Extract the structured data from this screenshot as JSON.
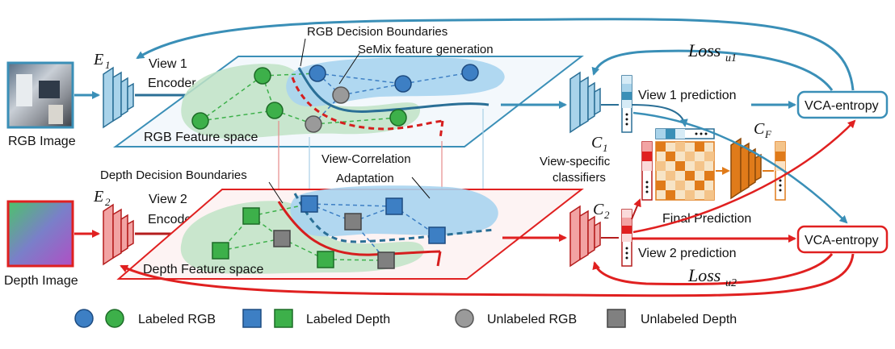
{
  "inputs": {
    "rgb_label": "RGB Image",
    "depth_label": "Depth Image"
  },
  "encoders": {
    "e1": "E",
    "e1_sub": "1",
    "e2": "E",
    "e2_sub": "2",
    "view1_line1": "View 1",
    "view1_line2": "Encoder",
    "view2_line1": "View 2",
    "view2_line2": "Encoder"
  },
  "feature_spaces": {
    "rgb_boundaries": "RGB Decision Boundaries",
    "semix": "SeMix feature generation",
    "rgb_space": "RGB Feature space",
    "depth_boundaries": "Depth Decision Boundaries",
    "vca_line1": "View-Correlation",
    "vca_line2": "Adaptation",
    "depth_space": "Depth Feature space"
  },
  "classifiers": {
    "c1": "C",
    "c1_sub": "1",
    "c2": "C",
    "c2_sub": "2",
    "cf": "C",
    "cf_sub": "F",
    "specific_line1": "View-specific",
    "specific_line2": "classifiers",
    "view1_pred": "View 1 prediction",
    "view2_pred": "View 2 prediction",
    "final_pred": "Final Prediction"
  },
  "losses": {
    "vca1": "VCA-entropy",
    "vca2": "VCA-entropy",
    "loss1": "Loss",
    "loss1_sub": "u1",
    "loss2": "Loss",
    "loss2_sub": "u2"
  },
  "legend": {
    "labeled_rgb": "Labeled RGB",
    "labeled_depth": "Labeled Depth",
    "unlabeled_rgb": "Unlabeled RGB",
    "unlabeled_depth": "Unlabeled Depth"
  },
  "colors": {
    "blue": "#3a8fb7",
    "red": "#e02020",
    "node_blue": "#3d7fc4",
    "node_green": "#3db04a",
    "node_gray": "#9a9a9a",
    "orange": "#e07b1a"
  }
}
